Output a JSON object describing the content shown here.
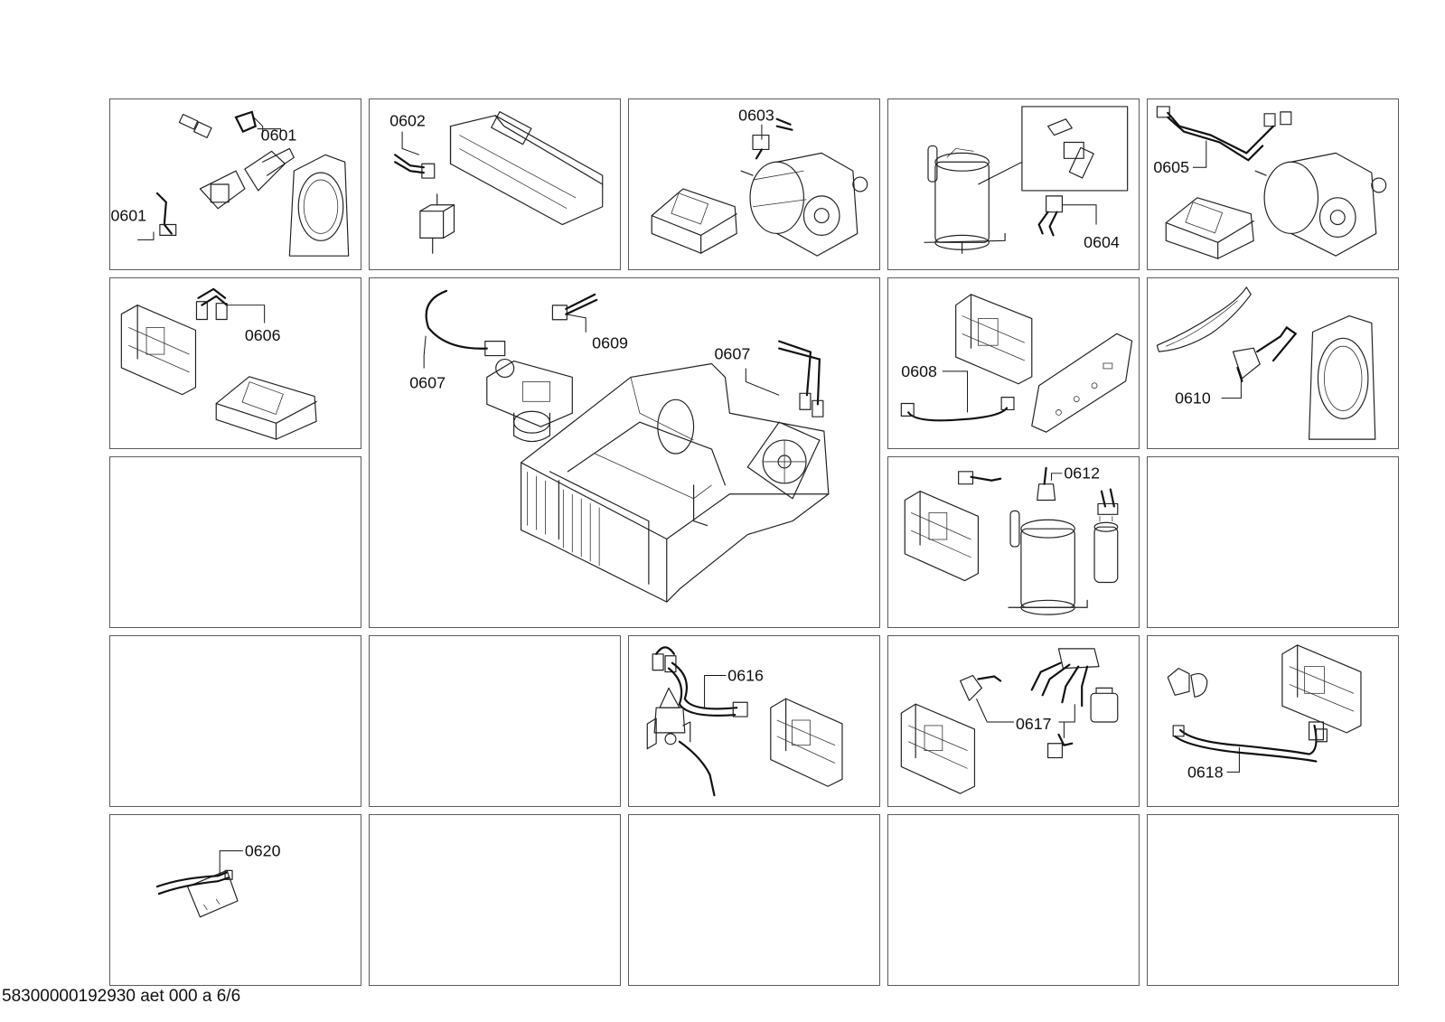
{
  "labels": {
    "p0601a": "0601",
    "p0601b": "0601",
    "p0602": "0602",
    "p0603": "0603",
    "p0604": "0604",
    "p0605": "0605",
    "p0606": "0606",
    "p0607a": "0607",
    "p0607b": "0607",
    "p0608": "0608",
    "p0609": "0609",
    "p0610": "0610",
    "p0612": "0612",
    "p0616": "0616",
    "p0617": "0617",
    "p0618": "0618",
    "p0620": "0620"
  },
  "footer": "58300000192930 aet 000 a 6/6"
}
